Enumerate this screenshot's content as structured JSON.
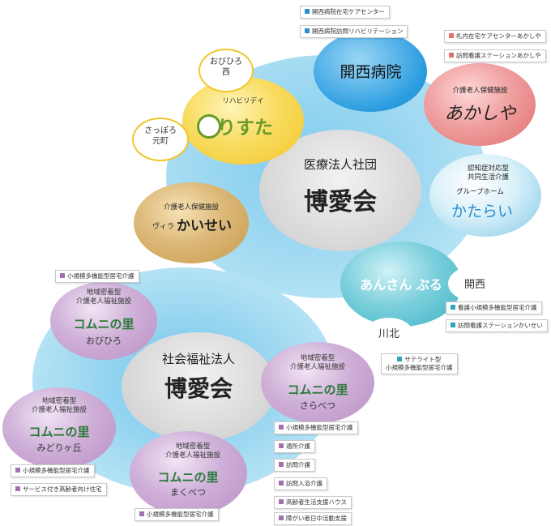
{
  "colors": {
    "blue_large": "#a6dcf2",
    "blue_center": "#5fb9e8",
    "grey_center": "#d8d8d8",
    "hospital": "#2a9ce0",
    "akashiya": "#e06d6d",
    "katarai": "#7fc8e8",
    "ansan": "#3bb3c4",
    "risuta": "#f2c52a",
    "kaisei": "#c79a4a",
    "komuni": "#b98fc4"
  },
  "hakuaikai_medical": {
    "line1": "医療法人社団",
    "line2": "博愛会"
  },
  "hakuaikai_welfare": {
    "line1": "社会福祉法人",
    "line2": "博愛会"
  },
  "kaisei_hospital": {
    "name": "開西病院",
    "tags": [
      "開西病院在宅ケアセンター",
      "開西病院訪問リハビリテーション"
    ]
  },
  "akashiya": {
    "type": "介護老人保健施設",
    "name": "あかしや",
    "tags": [
      "札内在宅ケアセンターあかしや",
      "訪問看護ステーションあかしや"
    ]
  },
  "katarai": {
    "type_line1": "認知症対応型",
    "type_line2": "共同生活介護",
    "type_line3": "グループホーム",
    "name": "かたらい"
  },
  "ansan": {
    "name": "あんさん ぷる",
    "kaisai_label": "開西",
    "kawakita_label": "川北",
    "kaisai_tags": [
      "看護小規模多機能型居宅介護",
      "訪問看護ステーションかいせい"
    ],
    "kawakita_tag_line1": "サテライト型",
    "kawakita_tag_line2": "小規模多機能型居宅介護"
  },
  "risuta": {
    "type": "リハビリデイ",
    "name": "りすた",
    "obihiro_line1": "おびひろ",
    "obihiro_line2": "西",
    "sapporo_line1": "さっぽろ",
    "sapporo_line2": "元町"
  },
  "kaisei_facility": {
    "type": "介護老人保健施設",
    "prefix": "ヴィラ",
    "name": "かいせい"
  },
  "komuni_common": {
    "line1": "地域密着型",
    "line2": "介護老人福祉施設",
    "logo": "コムニの里"
  },
  "komuni_obihiro": {
    "place": "おびひろ",
    "tags": [
      "小規模多機能型居宅介護"
    ]
  },
  "komuni_sarabetsu": {
    "place": "さらべつ",
    "tags": [
      "小規模多機能型居宅介護",
      "通所介護",
      "訪問介護",
      "訪問入浴介護",
      "高齢者生活支援ハウス",
      "障がい者日中活動支援"
    ]
  },
  "komuni_midorigaoka": {
    "place": "みどりヶ丘",
    "tags": [
      "小規模多機能型居宅介護",
      "サービス付き高齢者向け住宅"
    ]
  },
  "komuni_makubetsu": {
    "place": "まくべつ",
    "tags": [
      "小規模多機能型居宅介護"
    ]
  }
}
